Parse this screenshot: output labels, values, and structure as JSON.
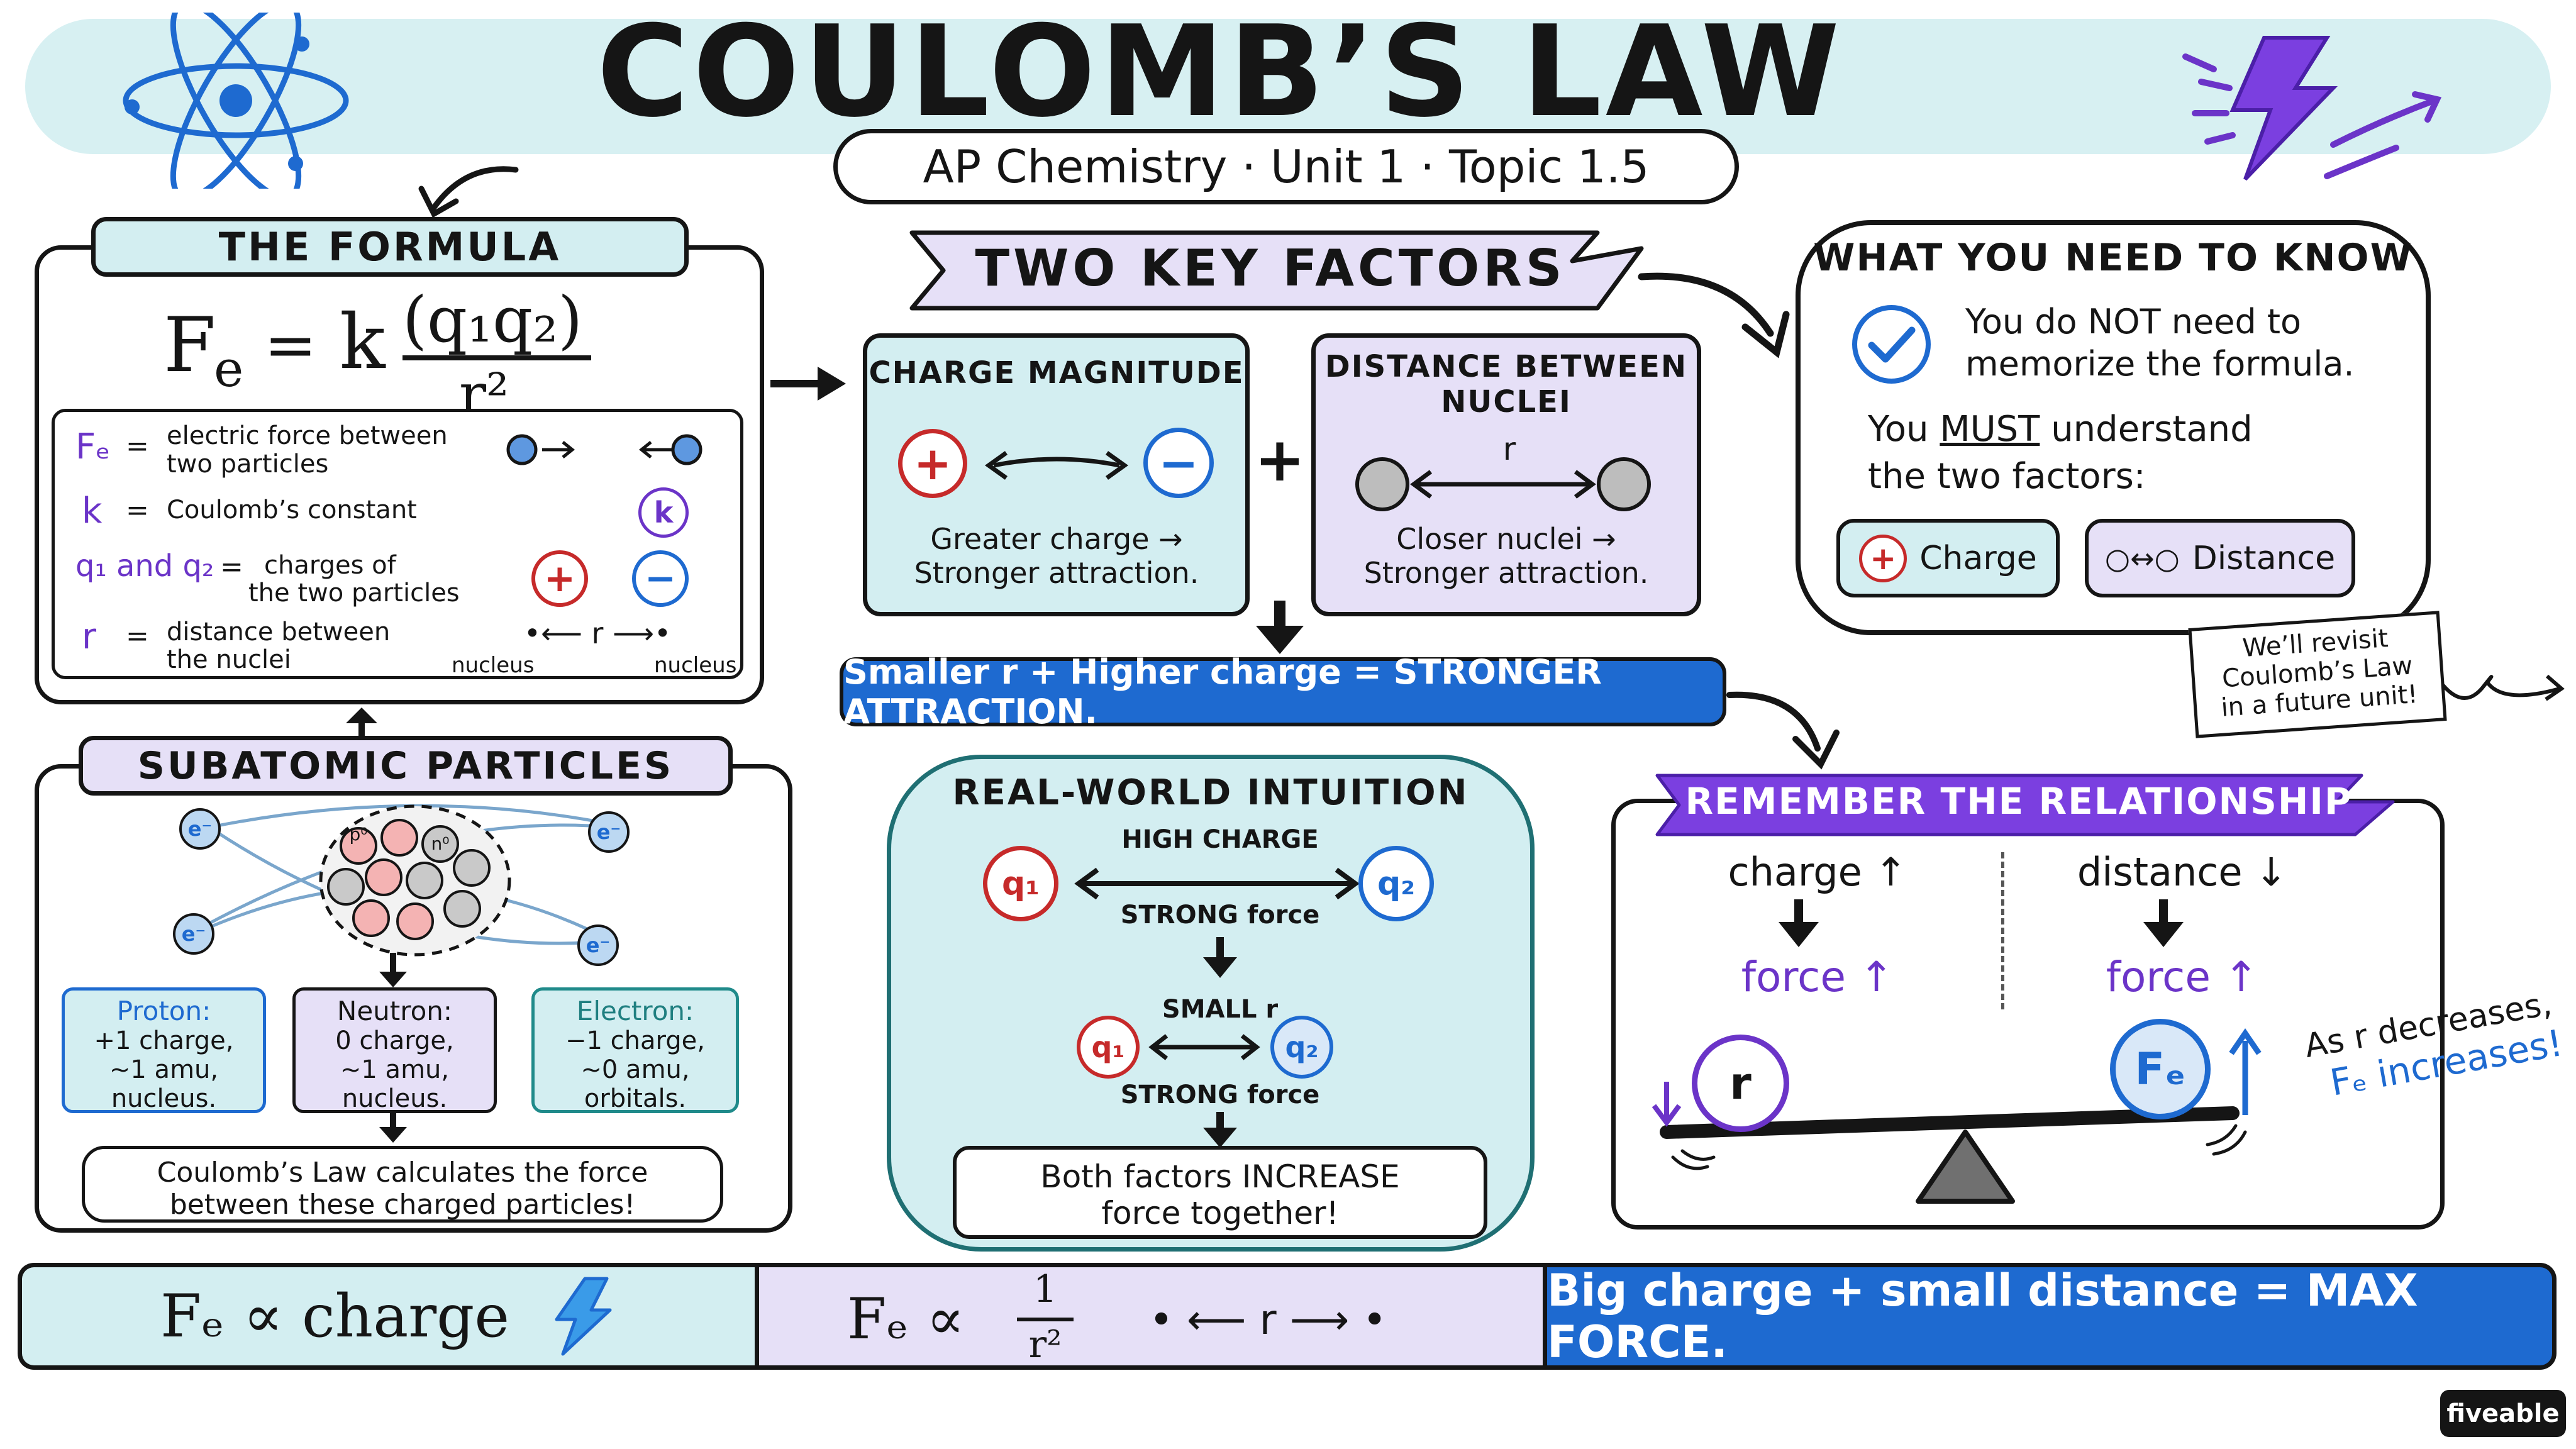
{
  "header": {
    "title": "COULOMB’S LAW",
    "subtitle": "AP Chemistry · Unit 1 · Topic 1.5"
  },
  "formula": {
    "heading": "THE FORMULA",
    "lhs": "F",
    "lhs_sub": "e",
    "eq": "=",
    "k": "k",
    "numerator": "(q₁q₂)",
    "denominator": "r²",
    "legend": [
      {
        "sym": "Fₑ",
        "eq": "=",
        "desc1": "electric force between",
        "desc2": "two particles"
      },
      {
        "sym": "k",
        "eq": "=",
        "desc1": "Coulomb’s constant",
        "desc2": ""
      },
      {
        "sym": "q₁ and q₂",
        "eq": "=",
        "desc1": "charges of",
        "desc2": "the two particles"
      },
      {
        "sym": "r",
        "eq": "=",
        "desc1": "distance between",
        "desc2": "the nuclei"
      }
    ],
    "k_badge": "k",
    "plus": "+",
    "minus": "−",
    "r_arrow": "•⟵ r ⟶•",
    "nucleus_left": "nucleus",
    "nucleus_right": "nucleus"
  },
  "subatomic": {
    "heading": "SUBATOMIC PARTICLES",
    "electron_label": "e⁻",
    "proton_label": "p⁰",
    "neutron_label": "n⁰",
    "cards": [
      {
        "title": "Proton:",
        "l1": "+1 charge,",
        "l2": "~1 amu,",
        "l3": "nucleus."
      },
      {
        "title": "Neutron:",
        "l1": "0 charge,",
        "l2": "~1 amu,",
        "l3": "nucleus."
      },
      {
        "title": "Electron:",
        "l1": "−1 charge,",
        "l2": "~0 amu,",
        "l3": "orbitals."
      }
    ],
    "summary1": "Coulomb’s Law calculates the force",
    "summary2": "between these charged particles!"
  },
  "factors": {
    "heading": "TWO KEY FACTORS",
    "charge": {
      "title": "CHARGE MAGNITUDE",
      "plus": "+",
      "minus": "−",
      "l1": "Greater charge →",
      "l2": "Stronger attraction."
    },
    "join": "+",
    "distance": {
      "title1": "DISTANCE BETWEEN",
      "title2": "NUCLEI",
      "r": "r",
      "l1": "Closer nuclei →",
      "l2": "Stronger attraction."
    },
    "banner": "Smaller r + Higher charge = STRONGER ATTRACTION."
  },
  "need": {
    "heading": "WHAT YOU NEED TO KNOW",
    "l1": "You do NOT need to",
    "l2": "memorize the formula.",
    "l3a": "You ",
    "l3b": "MUST",
    "l3c": " understand",
    "l4": "the two factors:",
    "pill_charge_icon": "+",
    "pill_charge": "Charge",
    "pill_distance_icon": "○↔○",
    "pill_distance": "Distance",
    "note1": "We’ll revisit",
    "note2": "Coulomb’s Law",
    "note3": "in a future unit!"
  },
  "intuition": {
    "heading": "REAL-WORLD INTUITION",
    "high": "HIGH CHARGE",
    "q1": "q₁",
    "q2": "q₂",
    "strong1": "STRONG force",
    "small": "SMALL r",
    "strong2": "STRONG force",
    "both1": "Both factors INCREASE",
    "both2": "force together!"
  },
  "relationship": {
    "heading": "REMEMBER THE RELATIONSHIP",
    "charge_up": "charge ↑",
    "force_up1": "force ↑",
    "distance_down": "distance ↓",
    "force_up2": "force ↑",
    "r_ball": "r",
    "fe_ball": "Fₑ",
    "note1": "As r decreases,",
    "note2": "Fₑ increases!"
  },
  "footer": {
    "left": "Fₑ ∝ charge",
    "mid_lhs": "Fₑ ∝",
    "mid_num": "1",
    "mid_den": "r²",
    "mid_arrow": "• ⟵ r ⟶ •",
    "right": "Big charge + small distance = MAX FORCE."
  },
  "brand": {
    "name": "fiveable"
  },
  "colors": {
    "teal": "#d3eef1",
    "lavender": "#e6e0f7",
    "blue": "#1e6ad0",
    "purple": "#6b34c8",
    "red": "#c62a2a"
  }
}
